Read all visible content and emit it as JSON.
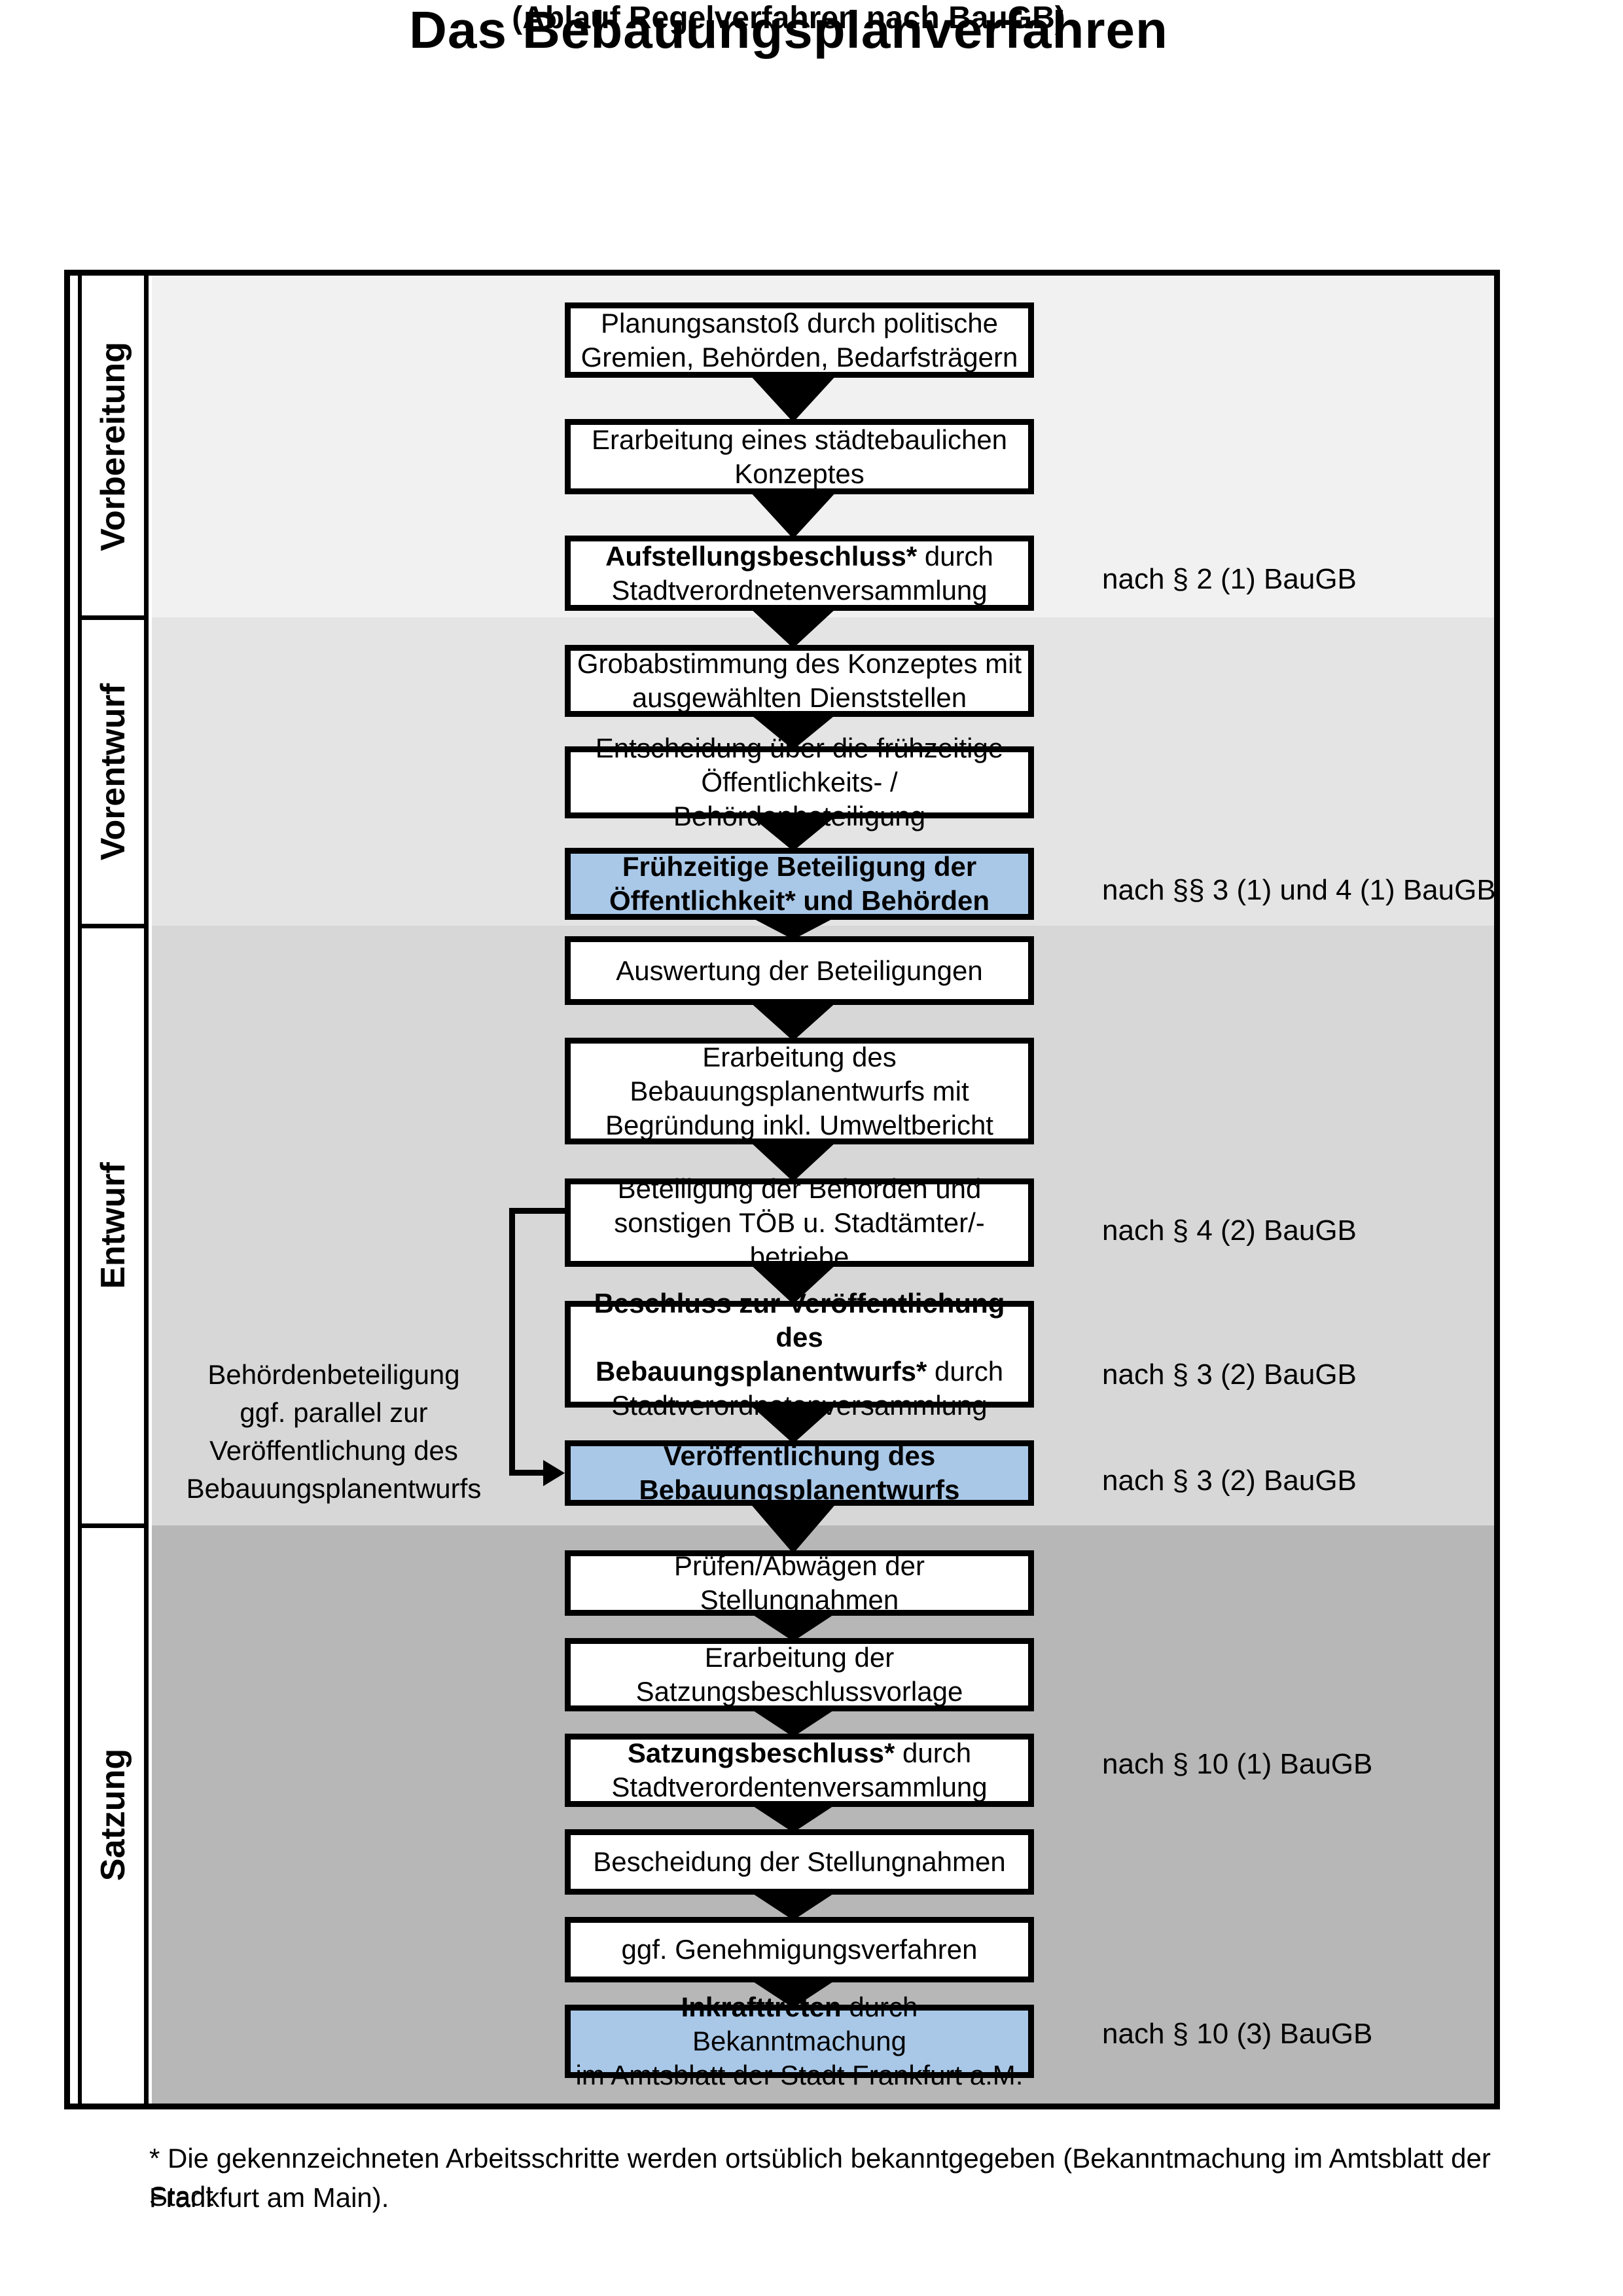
{
  "title": "Das Bebauungsplanverfahren",
  "subtitle": "(Ablauf Regelverfahren nach BauGB)",
  "colors": {
    "phase_backgrounds": [
      "#f1f1f1",
      "#e4e4e4",
      "#d7d7d7",
      "#b7b7b7"
    ],
    "highlight_box_bg": "#a9c8e8",
    "box_bg": "#ffffff",
    "box_border": "#000000",
    "arrow": "#000000",
    "text": "#000000"
  },
  "phases": [
    {
      "label": "Vorbereitung"
    },
    {
      "label": "Vorentwurf"
    },
    {
      "label": "Entwurf"
    },
    {
      "label": "Satzung"
    }
  ],
  "steps": [
    {
      "phase": 0,
      "highlight": false,
      "ref": null,
      "lines": [
        [
          {
            "t": "Planungsanstoß durch politische",
            "b": false
          }
        ],
        [
          {
            "t": "Gremien, Behörden, Bedarfsträgern",
            "b": false
          }
        ]
      ]
    },
    {
      "phase": 0,
      "highlight": false,
      "ref": null,
      "lines": [
        [
          {
            "t": "Erarbeitung eines städtebaulichen",
            "b": false
          }
        ],
        [
          {
            "t": "Konzeptes",
            "b": false
          }
        ]
      ]
    },
    {
      "phase": 0,
      "highlight": false,
      "ref": "nach § 2 (1) BauGB",
      "lines": [
        [
          {
            "t": "Aufstellungsbeschluss*",
            "b": true
          },
          {
            "t": " durch",
            "b": false
          }
        ],
        [
          {
            "t": "Stadtverordnetenversammlung",
            "b": false
          }
        ]
      ]
    },
    {
      "phase": 1,
      "highlight": false,
      "ref": null,
      "lines": [
        [
          {
            "t": "Grobabstimmung des Konzeptes mit",
            "b": false
          }
        ],
        [
          {
            "t": "ausgewählten Dienststellen",
            "b": false
          }
        ]
      ]
    },
    {
      "phase": 1,
      "highlight": false,
      "ref": null,
      "lines": [
        [
          {
            "t": "Entscheidung über die frühzeitige",
            "b": false
          }
        ],
        [
          {
            "t": "Öffentlichkeits- / Behördenbeteiligung",
            "b": false
          }
        ]
      ]
    },
    {
      "phase": 1,
      "highlight": true,
      "ref": "nach §§ 3 (1) und 4 (1) BauGB",
      "lines": [
        [
          {
            "t": "Frühzeitige Beteiligung der",
            "b": true
          }
        ],
        [
          {
            "t": "Öffentlichkeit* und Behörden",
            "b": true
          }
        ]
      ]
    },
    {
      "phase": 2,
      "highlight": false,
      "ref": null,
      "lines": [
        [
          {
            "t": "Auswertung der Beteiligungen",
            "b": false
          }
        ]
      ]
    },
    {
      "phase": 2,
      "highlight": false,
      "ref": null,
      "lines": [
        [
          {
            "t": "Erarbeitung des",
            "b": false
          }
        ],
        [
          {
            "t": "Bebauungsplanentwurfs mit",
            "b": false
          }
        ],
        [
          {
            "t": "Begründung inkl. Umweltbericht",
            "b": false
          }
        ]
      ]
    },
    {
      "phase": 2,
      "highlight": false,
      "ref": "nach § 4 (2) BauGB",
      "lines": [
        [
          {
            "t": "Beteiligung der Behörden und",
            "b": false
          }
        ],
        [
          {
            "t": "sonstigen TÖB u. Stadtämter/-betriebe",
            "b": false
          }
        ]
      ]
    },
    {
      "phase": 2,
      "highlight": false,
      "ref": "nach § 3 (2) BauGB",
      "lines": [
        [
          {
            "t": "Beschluss zur Veröffentlichung des",
            "b": true
          }
        ],
        [
          {
            "t": "Bebauungsplanentwurfs*",
            "b": true
          },
          {
            "t": " durch",
            "b": false
          }
        ],
        [
          {
            "t": "Stadtverordnetenversammlung",
            "b": false
          }
        ]
      ]
    },
    {
      "phase": 2,
      "highlight": true,
      "ref": "nach § 3 (2) BauGB",
      "lines": [
        [
          {
            "t": "Veröffentlichung des",
            "b": true
          }
        ],
        [
          {
            "t": "Bebauungsplanentwurfs",
            "b": true
          }
        ]
      ]
    },
    {
      "phase": 3,
      "highlight": false,
      "ref": null,
      "lines": [
        [
          {
            "t": "Prüfen/Abwägen der Stellungnahmen",
            "b": false
          }
        ]
      ]
    },
    {
      "phase": 3,
      "highlight": false,
      "ref": null,
      "lines": [
        [
          {
            "t": "Erarbeitung der",
            "b": false
          }
        ],
        [
          {
            "t": "Satzungsbeschlussvorlage",
            "b": false
          }
        ]
      ]
    },
    {
      "phase": 3,
      "highlight": false,
      "ref": "nach § 10 (1) BauGB",
      "lines": [
        [
          {
            "t": "Satzungsbeschluss*",
            "b": true
          },
          {
            "t": " durch",
            "b": false
          }
        ],
        [
          {
            "t": "Stadtverordentenversammlung",
            "b": false
          }
        ]
      ]
    },
    {
      "phase": 3,
      "highlight": false,
      "ref": null,
      "lines": [
        [
          {
            "t": "Bescheidung der Stellungnahmen",
            "b": false
          }
        ]
      ]
    },
    {
      "phase": 3,
      "highlight": false,
      "ref": null,
      "lines": [
        [
          {
            "t": "ggf. Genehmigungsverfahren",
            "b": false
          }
        ]
      ]
    },
    {
      "phase": 3,
      "highlight": true,
      "ref": "nach § 10 (3) BauGB",
      "lines": [
        [
          {
            "t": "Inkrafttreten",
            "b": true
          },
          {
            "t": " durch Bekanntmachung",
            "b": false
          }
        ],
        [
          {
            "t": "im Amtsblatt der Stadt Frankfurt a.M.",
            "b": false
          }
        ]
      ]
    }
  ],
  "side_note": {
    "lines": [
      "Behördenbeteiligung",
      "ggf. parallel zur",
      "Veröffentlichung des",
      "Bebauungsplanentwurfs"
    ]
  },
  "footnote": {
    "lines": [
      "* Die gekennzeichneten Arbeitsschritte werden ortsüblich bekanntgegeben (Bekanntmachung im Amtsblatt  der Stadt",
      "Frankfurt am Main)."
    ]
  }
}
